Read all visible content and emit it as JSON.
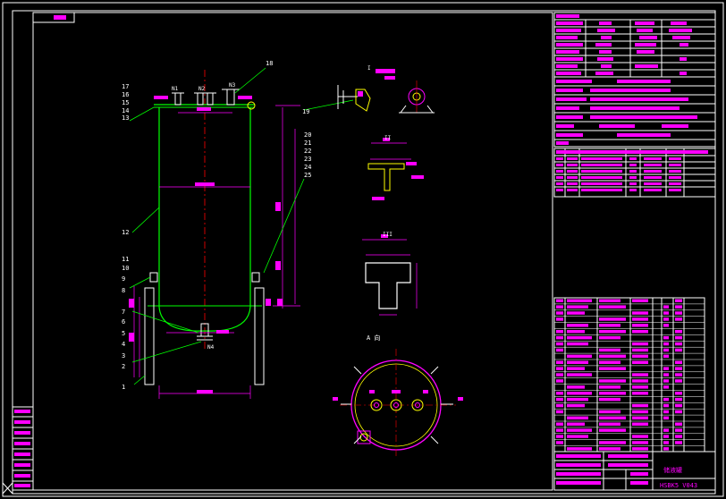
{
  "drawing": {
    "view_label_a": "A 向",
    "title_block": {
      "name": "储液罐",
      "drawing_number": "HSBK5 V043"
    },
    "part_numbers_left": [
      "17",
      "16",
      "15",
      "14",
      "13",
      "12",
      "11",
      "10",
      "9",
      "8",
      "7",
      "6",
      "5",
      "4",
      "3",
      "2",
      "1"
    ],
    "part_numbers_right": [
      "18",
      "19",
      "20",
      "21",
      "22",
      "23",
      "24",
      "25"
    ],
    "nozzle_labels_top": [
      "N1",
      "N2",
      "N3"
    ],
    "nozzle_labels_bottom": [
      "N4"
    ],
    "detail_labels": [
      "I",
      "II",
      "III"
    ],
    "colors": {
      "background": "#000000",
      "frame": "#ffffff",
      "vessel": "#00ff00",
      "dimension": "#ff00ff",
      "centerline": "#ff0000",
      "detail": "#ffff00",
      "leader": "#00ff00"
    }
  }
}
